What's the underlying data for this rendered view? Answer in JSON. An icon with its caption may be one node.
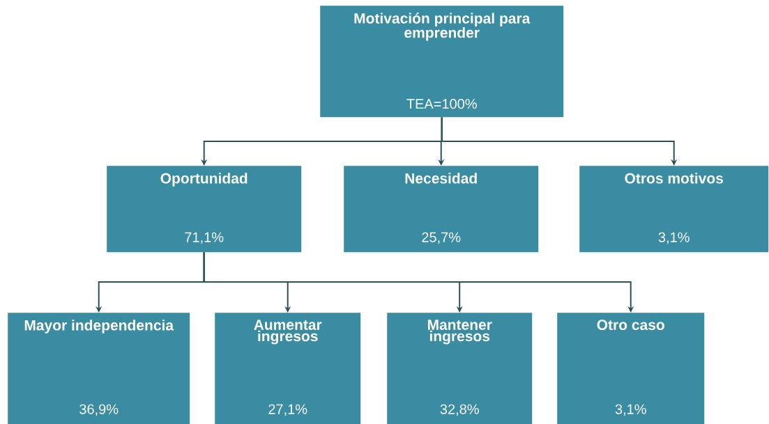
{
  "diagram": {
    "nodes": [
      {
        "text": [
          "Motivación principal para emprender",
          "TEA=100%"
        ]
      },
      {
        "text": [
          "Oportunidad",
          "71,1%"
        ]
      },
      {
        "text": [
          "Necesidad",
          "25,7%"
        ]
      },
      {
        "text": [
          "Otros motivos",
          "3,1%"
        ]
      },
      {
        "text": [
          "Mayor independencia",
          "36,9%"
        ]
      },
      {
        "text": [
          "Aumentar ingresos",
          "27,1%"
        ]
      },
      {
        "text": [
          "Mantener ingresos",
          "32,8%"
        ]
      },
      {
        "text": [
          "Otro caso",
          "3,1%"
        ]
      }
    ],
    "edges": [
      {
        "from": 0,
        "to": 1,
        "arrow": "to"
      },
      {
        "from": 0,
        "to": 2,
        "arrow": "to"
      },
      {
        "from": 0,
        "to": 3,
        "arrow": "to"
      },
      {
        "from": 1,
        "to": 4,
        "arrow": "to"
      },
      {
        "from": 1,
        "to": 5,
        "arrow": "to"
      },
      {
        "from": 1,
        "to": 6,
        "arrow": "to"
      },
      {
        "from": 1,
        "to": 7,
        "arrow": "to"
      }
    ]
  }
}
